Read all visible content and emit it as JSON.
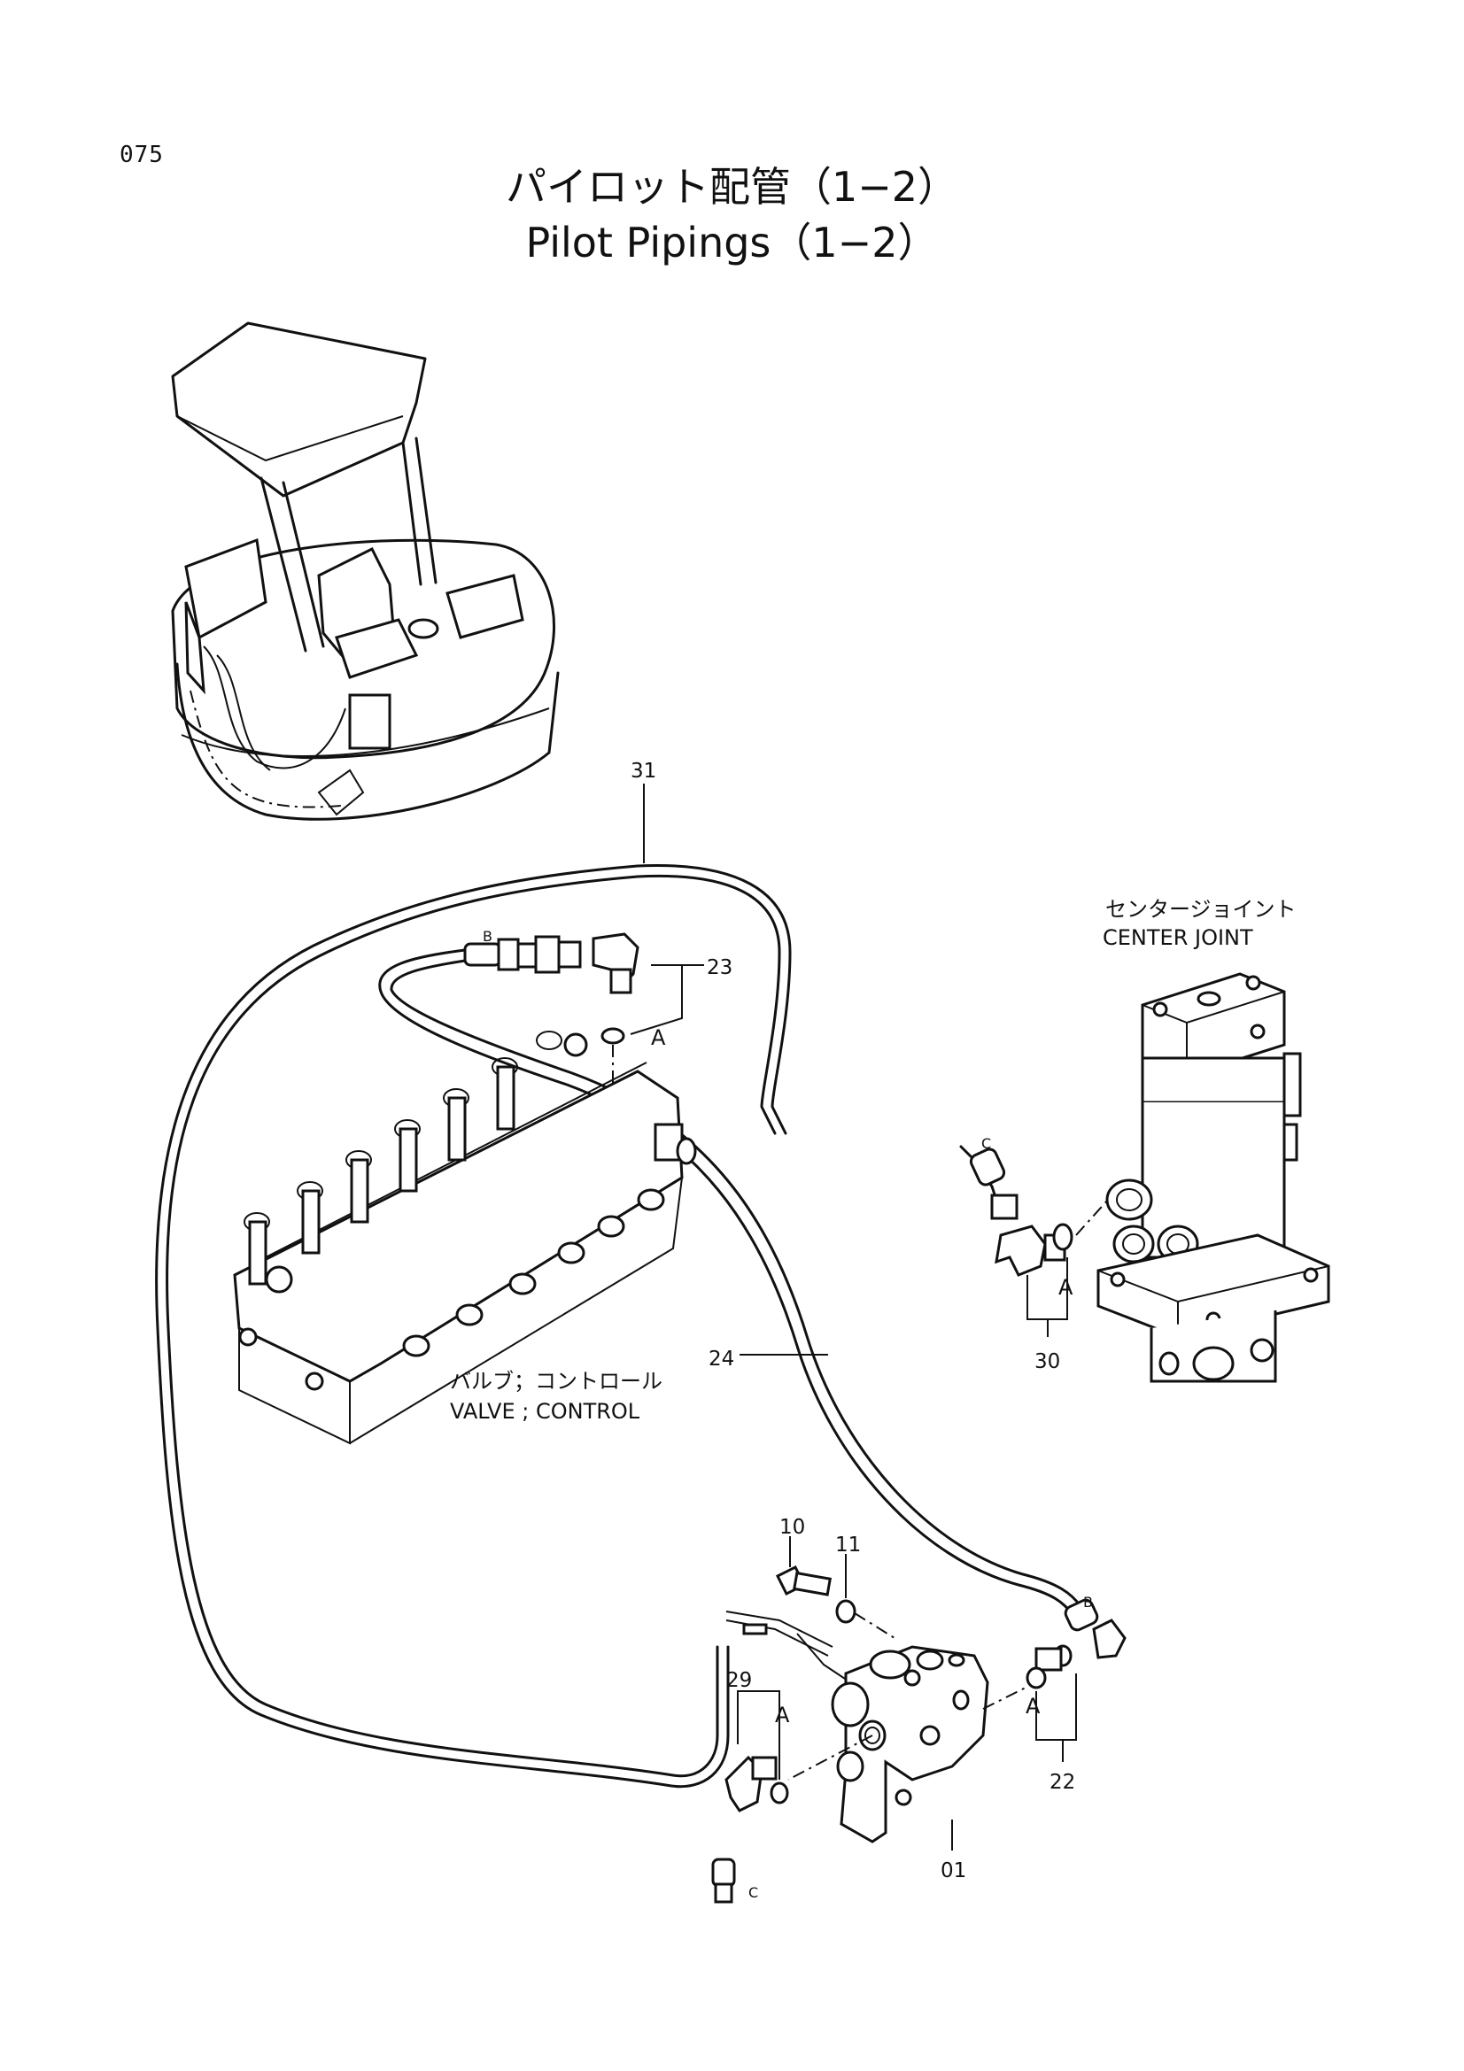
{
  "header": {
    "page_number": "075",
    "title_jp": "パイロット配管（1−2）",
    "title_en": "Pilot Pipings（1−2）"
  },
  "components": {
    "center_joint_jp": "センタージョイント",
    "center_joint_en": "CENTER JOINT",
    "control_valve_jp": "バルブ；コントロール",
    "control_valve_en": "VALVE ; CONTROL"
  },
  "callouts": {
    "p31": "31",
    "p23": "23",
    "p24": "24",
    "p30": "30",
    "p10": "10",
    "p11": "11",
    "p29": "29",
    "p22": "22",
    "p01": "01"
  },
  "connection_marks": {
    "a1": "A",
    "a2": "A",
    "a3": "A",
    "a4": "A",
    "b1": "B",
    "b2": "B",
    "c1": "C",
    "c2": "C"
  }
}
